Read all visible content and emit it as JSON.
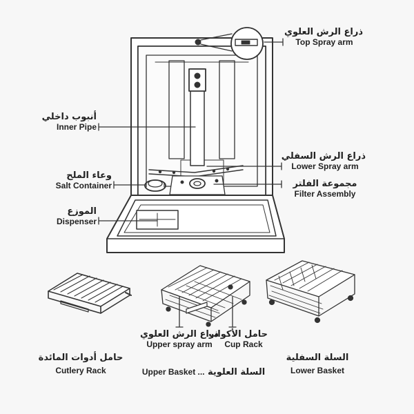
{
  "labels": {
    "top_spray_arm": {
      "ar": "ذراع الرش العلوي",
      "en": "Top Spray arm"
    },
    "inner_pipe": {
      "ar": "أنبوب داخلي",
      "en": "Inner Pipe"
    },
    "lower_spray_arm": {
      "ar": "ذراع الرش السفلي",
      "en": "Lower Spray arm"
    },
    "salt_container": {
      "ar": "وعاء الملح",
      "en": "Salt Container"
    },
    "filter_assembly": {
      "ar": "مجموعة الفلتر",
      "en": "Filter Assembly"
    },
    "dispenser": {
      "ar": "الموزع",
      "en": "Dispenser"
    },
    "upper_spray_arm": {
      "ar": "ذراع الرش العلوي",
      "en": "Upper spray arm"
    },
    "cup_rack": {
      "ar": "حامل الأكواب",
      "en": "Cup Rack"
    },
    "cutlery_rack": {
      "ar": "حامل أدوات المائدة",
      "en": "Cutlery Rack"
    },
    "upper_basket": {
      "en": "Upper Basket ...",
      "ar": "السلة العلوية"
    },
    "lower_basket": {
      "ar": "السلة السفلية",
      "en": "Lower Basket"
    }
  },
  "colors": {
    "line": "#333333",
    "background": "#f7f7f7"
  }
}
